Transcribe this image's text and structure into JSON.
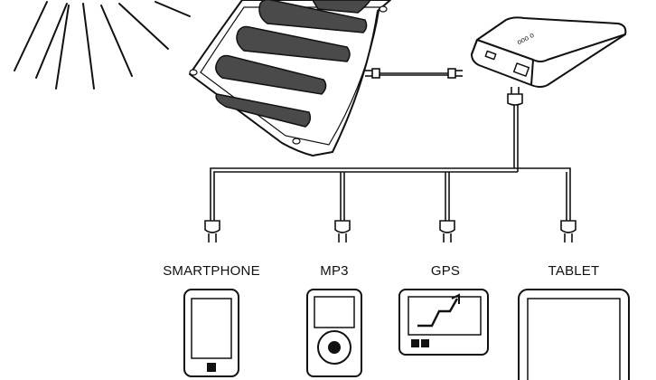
{
  "diagram": {
    "devices": [
      {
        "label": "SMARTPHONE",
        "icon": "smartphone-icon"
      },
      {
        "label": "MP3",
        "icon": "mp3-player-icon"
      },
      {
        "label": "GPS",
        "icon": "gps-device-icon"
      },
      {
        "label": "TABLET",
        "icon": "tablet-icon"
      }
    ],
    "power_bank_marking": "ooo o",
    "colors": {
      "stroke": "#111111",
      "panel_cell": "#4a4a4a",
      "background": "#ffffff"
    }
  }
}
